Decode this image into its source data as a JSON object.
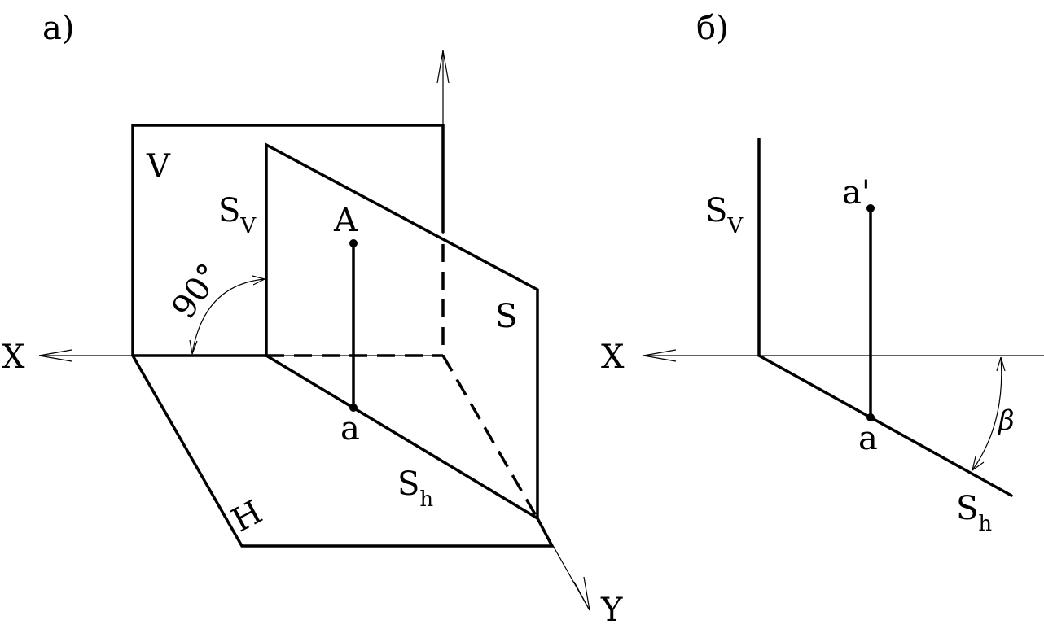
{
  "panel_a": {
    "label": "а)",
    "plane_v": "V",
    "plane_h": "H",
    "plane_s": "S",
    "trace_v_main": "S",
    "trace_v_sub": "V",
    "trace_h_main": "S",
    "trace_h_sub": "h",
    "point_A": "A",
    "point_a": "a",
    "angle": "90°",
    "axis_x": "X",
    "axis_y": "Y"
  },
  "panel_b": {
    "label": "б)",
    "trace_v_main": "S",
    "trace_v_sub": "V",
    "trace_h_main": "S",
    "trace_h_sub": "h",
    "point_a_prime": "a'",
    "point_a": "a",
    "angle": "β",
    "axis_x": "X"
  }
}
